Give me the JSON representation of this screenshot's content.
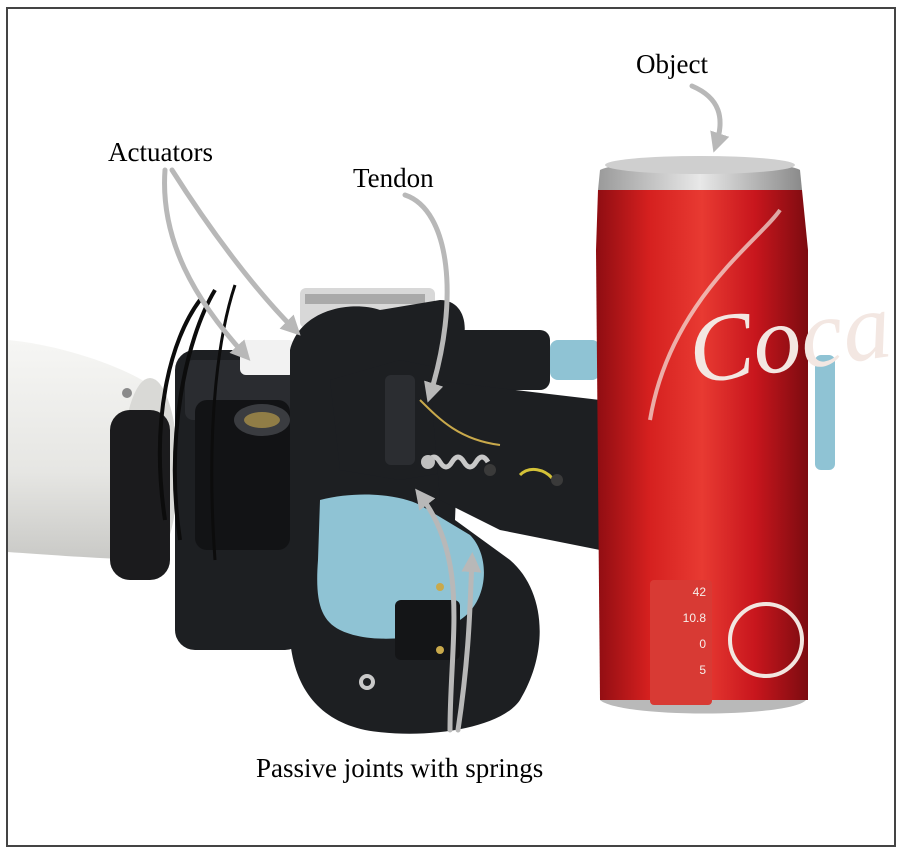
{
  "labels": {
    "object": "Object",
    "actuators": "Actuators",
    "tendon": "Tendon",
    "passive_joints": "Passive joints with springs"
  },
  "can": {
    "brand_text": "Coca",
    "nutrition": [
      "42",
      "10.8",
      "0",
      "5"
    ]
  },
  "colors": {
    "can_red": "#c8161d",
    "gripper_black": "#1d1f22",
    "pad_blue": "#8fc3d4",
    "arm_white": "#ececea",
    "arrow_gray": "#b8b8b8",
    "frame": "#444444"
  }
}
